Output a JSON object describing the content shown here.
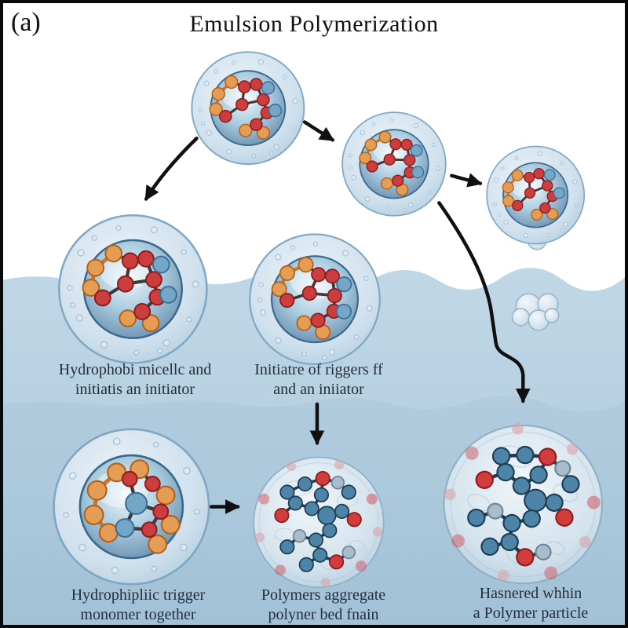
{
  "panel_label": "(a)",
  "title": "Emulsion Polymerization",
  "captions": {
    "micelle": {
      "line1": "Hydrophobi micellc and",
      "line2": "initiatis an initiator"
    },
    "initiator": {
      "line1": "Initiatre of riggers ff",
      "line2": "and an iniiator"
    },
    "monomer": {
      "line1": "Hydrophipliic trigger",
      "line2": "monomer together"
    },
    "aggregate": {
      "line1": "Polymers aggregate",
      "line2": "polyner bed fnain"
    },
    "particle": {
      "line1": "Hasnered whhin",
      "line2": "a Polymer particle"
    }
  },
  "colors": {
    "water": "#bcd4e4",
    "water_deep": "#a8c6da",
    "shell": "#d2e1ee",
    "core": "#6095ba",
    "monomer_orange": "#e59d55",
    "monomer_red": "#cc3d3d",
    "monomer_blue": "#74a6c8",
    "polymer_node": "#4e84a7",
    "arrow": "#101010",
    "text": "#232e3c",
    "frame": "#0a0a0a"
  }
}
